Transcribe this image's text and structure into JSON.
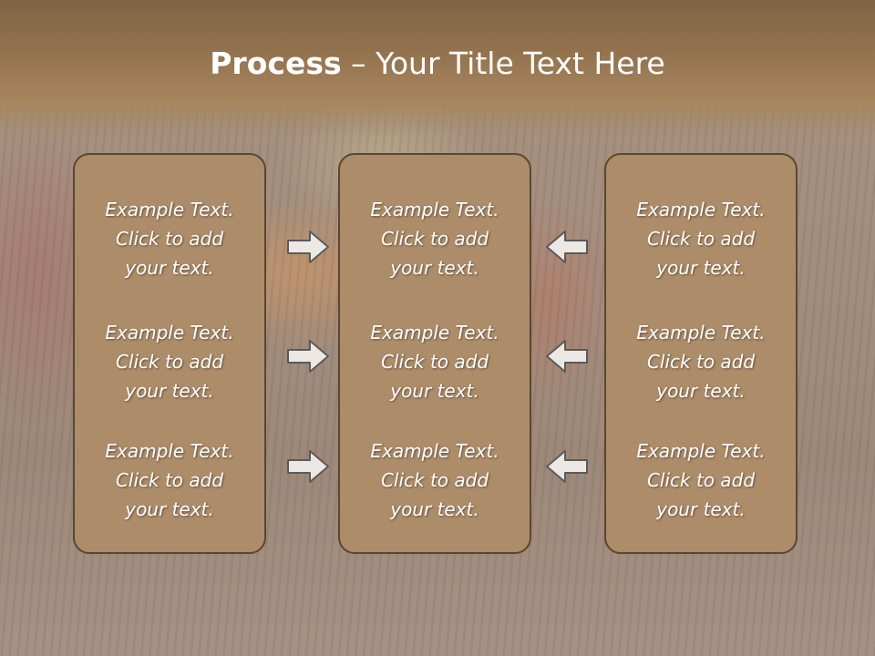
{
  "slide": {
    "title_bold": "Process",
    "title_rest": " – Your Title Text Here"
  },
  "columns": [
    {
      "items": [
        {
          "line1": "Example Text.",
          "line2": "Click  to add",
          "line3": "your text."
        },
        {
          "line1": "Example Text.",
          "line2": "Click  to add",
          "line3": "your text."
        },
        {
          "line1": "Example Text.",
          "line2": "Click  to add",
          "line3": "your text."
        }
      ]
    },
    {
      "items": [
        {
          "line1": "Example Text.",
          "line2": "Click  to add",
          "line3": "your text."
        },
        {
          "line1": "Example Text.",
          "line2": "Click  to add",
          "line3": "your text."
        },
        {
          "line1": "Example Text.",
          "line2": "Click  to add",
          "line3": "your text."
        }
      ]
    },
    {
      "items": [
        {
          "line1": "Example Text.",
          "line2": "Click  to add",
          "line3": "your text."
        },
        {
          "line1": "Example Text.",
          "line2": "Click  to add",
          "line3": "your text."
        },
        {
          "line1": "Example Text.",
          "line2": "Click  to add",
          "line3": "your text."
        }
      ]
    }
  ],
  "arrows": {
    "left_group": "arrow-right-icon",
    "right_group": "arrow-left-icon"
  },
  "colors": {
    "box_fill": "#ad8c69",
    "box_border": "#5a4633",
    "arrow_fill": "#ece8e4",
    "arrow_stroke": "#5a5a5a",
    "text": "#ffffff"
  }
}
